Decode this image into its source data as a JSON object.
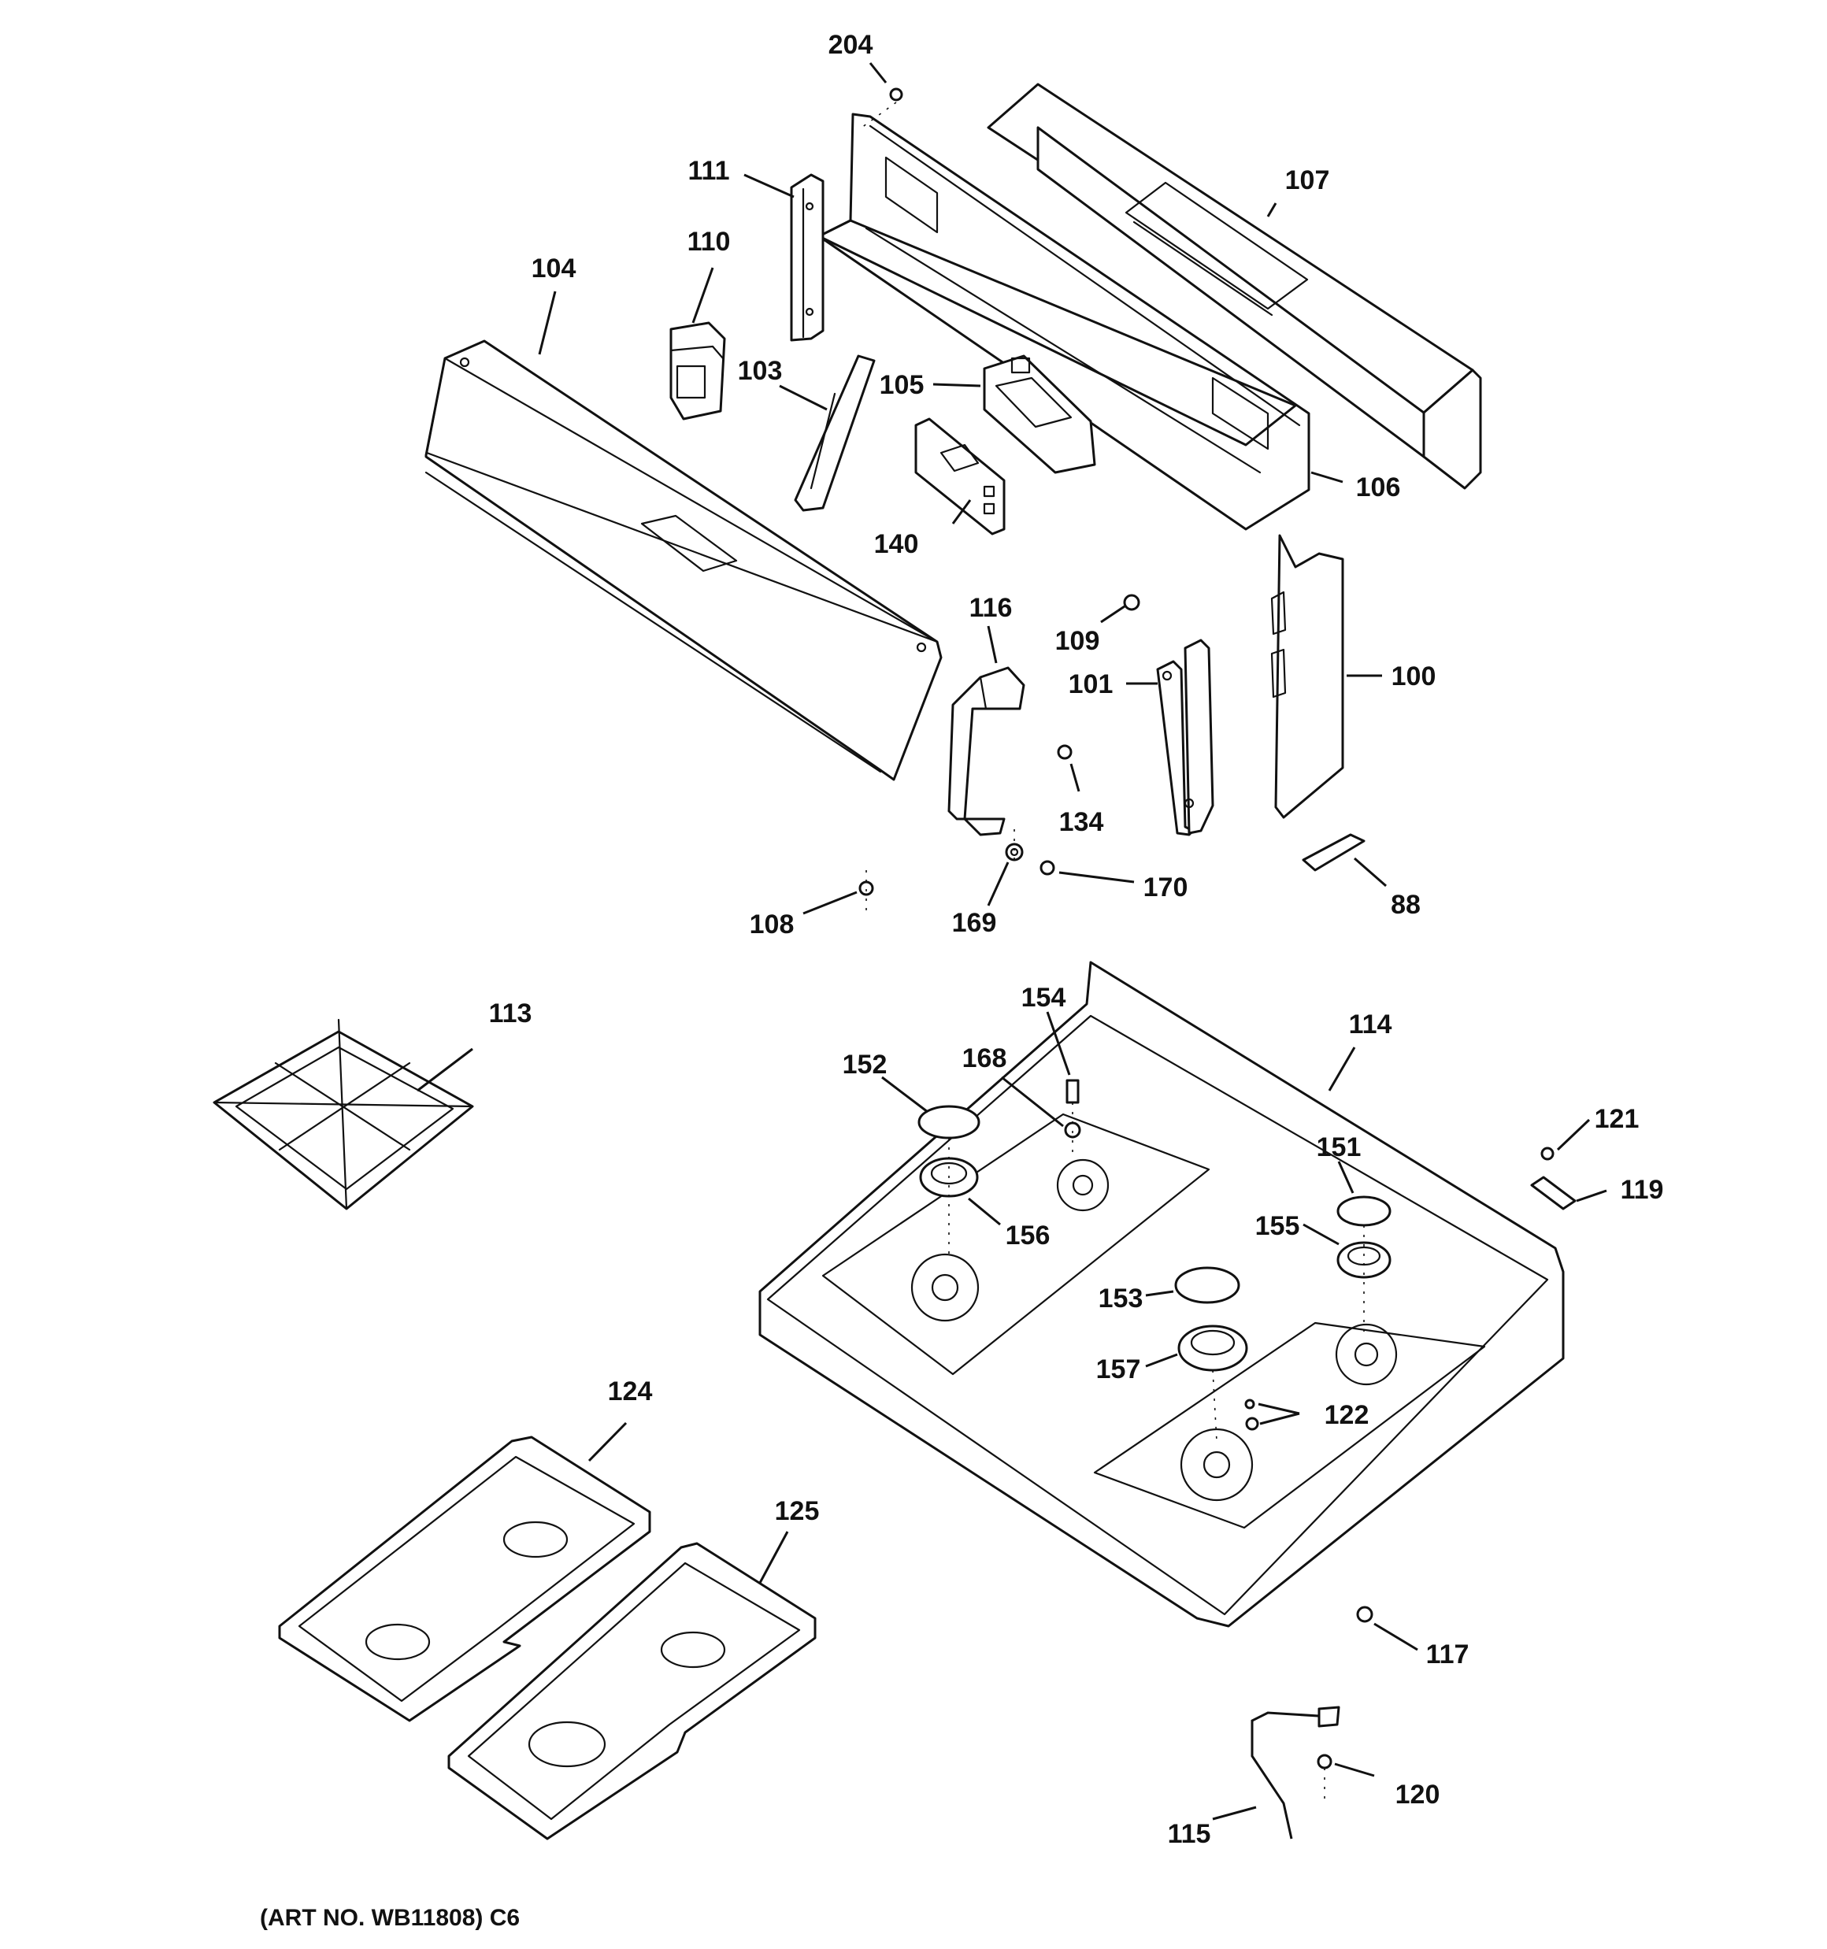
{
  "art_number": "(ART NO. WB11808) C6",
  "callouts": {
    "c204": "204",
    "c111": "111",
    "c110": "110",
    "c107": "107",
    "c104": "104",
    "c103": "103",
    "c105": "105",
    "c106": "106",
    "c140": "140",
    "c116": "116",
    "c109": "109",
    "c101": "101",
    "c100": "100",
    "c134": "134",
    "c170": "170",
    "c169": "169",
    "c108": "108",
    "c88": "88",
    "c113": "113",
    "c154": "154",
    "c114": "114",
    "c152": "152",
    "c168": "168",
    "c121": "121",
    "c151": "151",
    "c119": "119",
    "c156": "156",
    "c155": "155",
    "c153": "153",
    "c157": "157",
    "c122": "122",
    "c124": "124",
    "c125": "125",
    "c117": "117",
    "c120": "120",
    "c115": "115"
  }
}
